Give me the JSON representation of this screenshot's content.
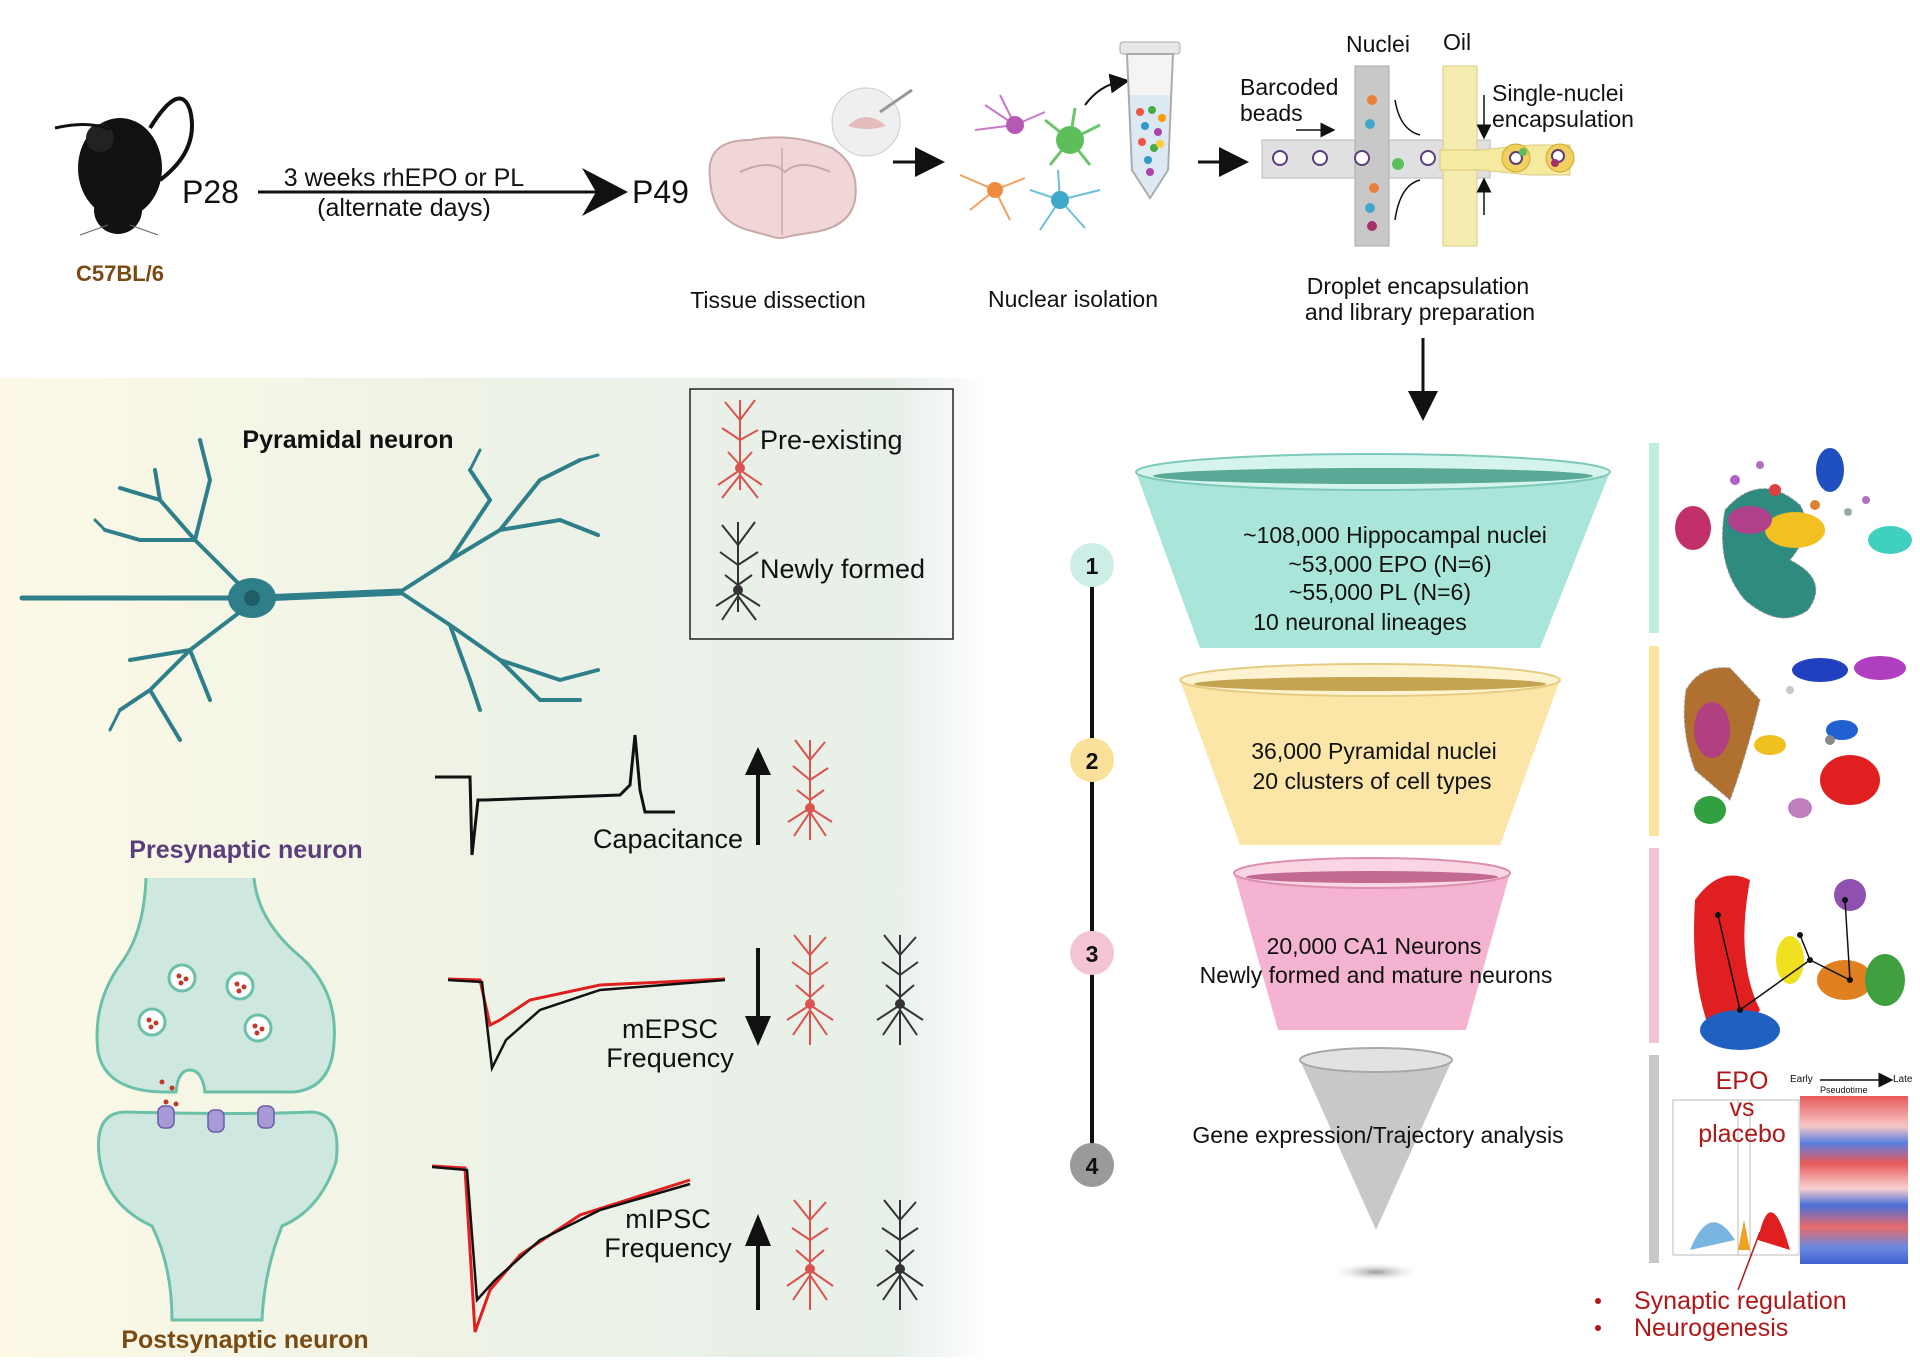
{
  "top": {
    "mouse_strain": "C57BL/6",
    "start_age": "P28",
    "treatment_line1": "3 weeks rhEPO or PL",
    "treatment_line2": "(alternate days)",
    "end_age": "P49",
    "tissue_label": "Tissue dissection",
    "nuclear_label": "Nuclear isolation",
    "chip": {
      "nuclei": "Nuclei",
      "oil": "Oil",
      "beads_line1": "Barcoded",
      "beads_line2": "beads",
      "encap_line1": "Single-nuclei",
      "encap_line2": "encapsulation"
    },
    "droplet_line1": "Droplet encapsulation",
    "droplet_line2": "and library preparation"
  },
  "left_panel": {
    "pyramidal_title": "Pyramidal neuron",
    "legend": {
      "pre_existing": "Pre-existing",
      "newly_formed": "Newly formed"
    },
    "capacitance": "Capacitance",
    "presynaptic": "Presynaptic neuron",
    "postsynaptic": "Postsynaptic neuron",
    "mepsc_line1": "mEPSC",
    "mepsc_line2": "Frequency",
    "mipsc_line1": "mIPSC",
    "mipsc_line2": "Frequency"
  },
  "funnel": {
    "stages": [
      {
        "number": "1",
        "color": "#a9e6d9",
        "lines": [
          "~108,000 Hippocampal nuclei",
          "~53,000 EPO (N=6)",
          "~55,000 PL (N=6)",
          "10 neuronal lineages"
        ]
      },
      {
        "number": "2",
        "color": "#fbe6a8",
        "lines": [
          "36,000 Pyramidal nuclei",
          "20 clusters of cell types"
        ]
      },
      {
        "number": "3",
        "color": "#f4b3d0",
        "lines": [
          "20,000 CA1 Neurons",
          "Newly formed and mature neurons"
        ]
      },
      {
        "number": "4",
        "color": "#c8c8c8",
        "lines": [
          "Gene expression/Trajectory analysis"
        ]
      }
    ]
  },
  "right": {
    "epo_line1": "EPO",
    "epo_line2": "vs",
    "epo_line3": "placebo",
    "early": "Early",
    "late": "Late",
    "pseudotime": "Pseudotime",
    "bullets": [
      "Synaptic regulation",
      "Neurogenesis"
    ]
  },
  "colors": {
    "neuron_teal": "#2e7f8a",
    "pre_existing_red": "#d9534f",
    "newly_formed_dark": "#333333",
    "label_brown": "#7a4a12",
    "label_purple": "#5a3d7a",
    "dark_red_text": "#b01818",
    "stage1_circle": "#cdeee6",
    "stage2_circle": "#fbe09a",
    "stage3_circle": "#f2c4d6",
    "stage4_circle": "#9a9a9a"
  }
}
